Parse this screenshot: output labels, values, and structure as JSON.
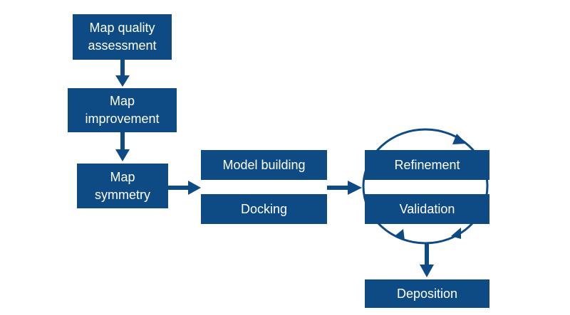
{
  "colors": {
    "box_fill": "#0e4a84",
    "box_text": "#ffffff",
    "arrow": "#0e4a84",
    "background": "#ffffff"
  },
  "steps": {
    "map_quality": "Map quality\nassessment",
    "map_improvement": "Map\nimprovement",
    "map_symmetry": "Map\nsymmetry",
    "model_building": "Model building",
    "docking": "Docking",
    "refinement": "Refinement",
    "validation": "Validation",
    "deposition": "Deposition"
  }
}
